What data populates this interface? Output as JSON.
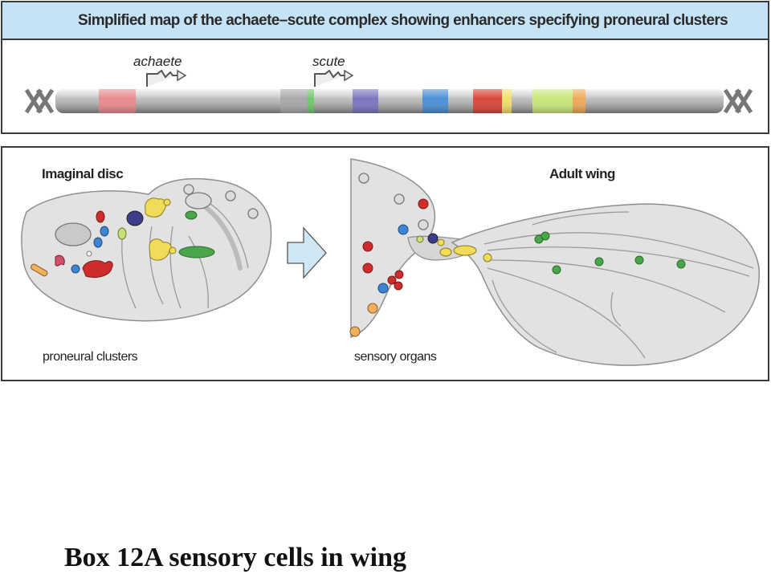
{
  "map": {
    "title": "Simplified map of the achaete–scute complex showing enhancers specifying proneural clusters",
    "genes": [
      "achaete",
      "scute"
    ],
    "enhancer_colors": [
      "#e88c8f",
      "#a9a9ab",
      "#6fc96a",
      "#7c76c0",
      "#4b90d6",
      "#d9473a",
      "#f1e06a",
      "#c9e87a",
      "#f0a95b"
    ]
  },
  "disc": {
    "title": "Imaginal disc",
    "caption": "proneural clusters"
  },
  "wing": {
    "title": "Adult wing",
    "caption": "sensory organs"
  },
  "figure_caption": "Box 12A sensory cells in wing"
}
